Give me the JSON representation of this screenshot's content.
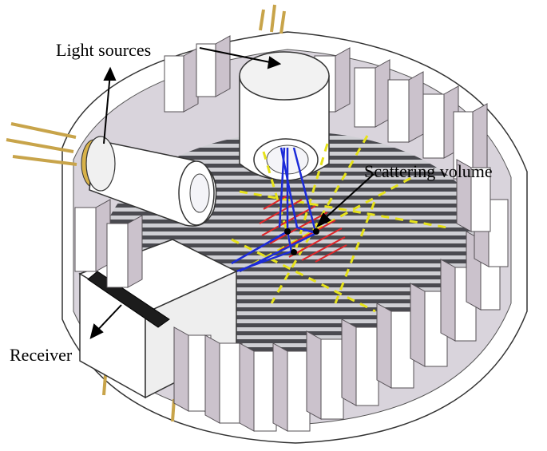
{
  "labels": {
    "light_sources": "Light sources",
    "scattering_volume": "Scattering volume",
    "receiver": "Receiver"
  },
  "colors": {
    "housing": "#ffffff",
    "housing_inner": "#c9c4cc",
    "vane_front": "#ffffff",
    "vane_side": "#cbc2cc",
    "vane_edge": "#555055",
    "floor_stripe": "#4a4a50",
    "floor_gap": "#cfcfd4",
    "beam_blue": "#1c2bd8",
    "scatter_red": "#e0262a",
    "dashed_yellow": "#e6e21a",
    "pins": "#c8a44a",
    "arrow": "#000000"
  }
}
